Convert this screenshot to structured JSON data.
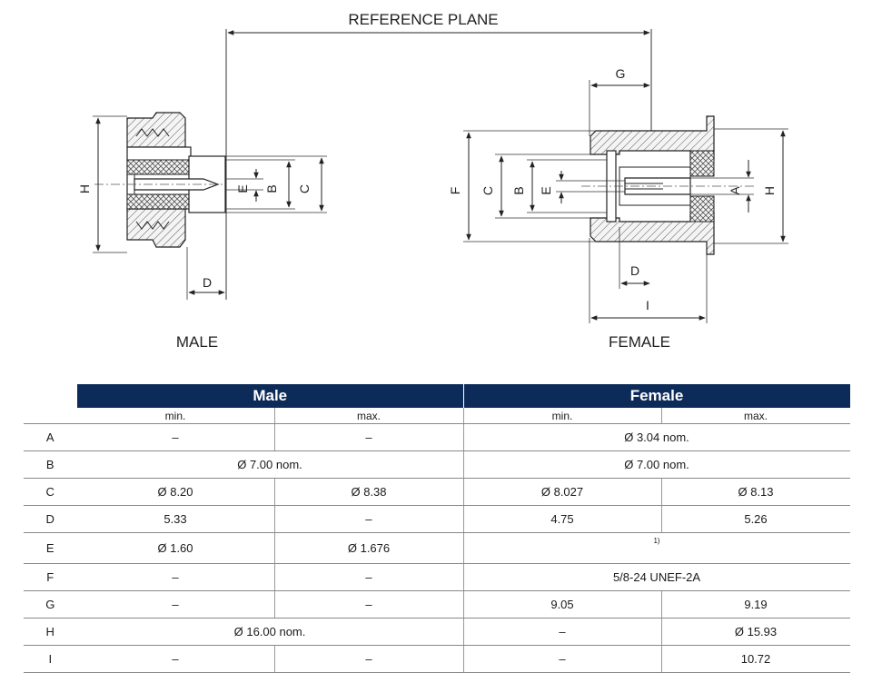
{
  "drawing": {
    "reference_plane": "REFERENCE PLANE",
    "male_caption": "MALE",
    "female_caption": "FEMALE",
    "male_dims": [
      "H",
      "E",
      "B",
      "C",
      "D"
    ],
    "female_dims": [
      "G",
      "F",
      "C",
      "B",
      "E",
      "A",
      "H",
      "D",
      "I"
    ]
  },
  "table": {
    "group_male": "Male",
    "group_female": "Female",
    "sub_min": "min.",
    "sub_max": "max.",
    "rows": [
      {
        "label": "A",
        "male_min": "–",
        "male_max": "–",
        "female_span": "Ø 3.04 nom."
      },
      {
        "label": "B",
        "male_span": "Ø 7.00 nom.",
        "female_span": "Ø 7.00 nom."
      },
      {
        "label": "C",
        "male_min": "Ø 8.20",
        "male_max": "Ø 8.38",
        "female_min": "Ø 8.027",
        "female_max": "Ø 8.13"
      },
      {
        "label": "D",
        "male_min": "5.33",
        "male_max": "–",
        "female_min": "4.75",
        "female_max": "5.26"
      },
      {
        "label": "E",
        "male_min": "Ø 1.60",
        "male_max": "Ø 1.676",
        "female_span": "1)"
      },
      {
        "label": "F",
        "male_min": "–",
        "male_max": "–",
        "female_span": "5/8-24 UNEF-2A"
      },
      {
        "label": "G",
        "male_min": "–",
        "male_max": "–",
        "female_min": "9.05",
        "female_max": "9.19"
      },
      {
        "label": "H",
        "male_span": "Ø 16.00 nom.",
        "female_min": "–",
        "female_max": "Ø 15.93"
      },
      {
        "label": "I",
        "male_min": "–",
        "male_max": "–",
        "female_min": "–",
        "female_max": "10.72"
      }
    ]
  }
}
